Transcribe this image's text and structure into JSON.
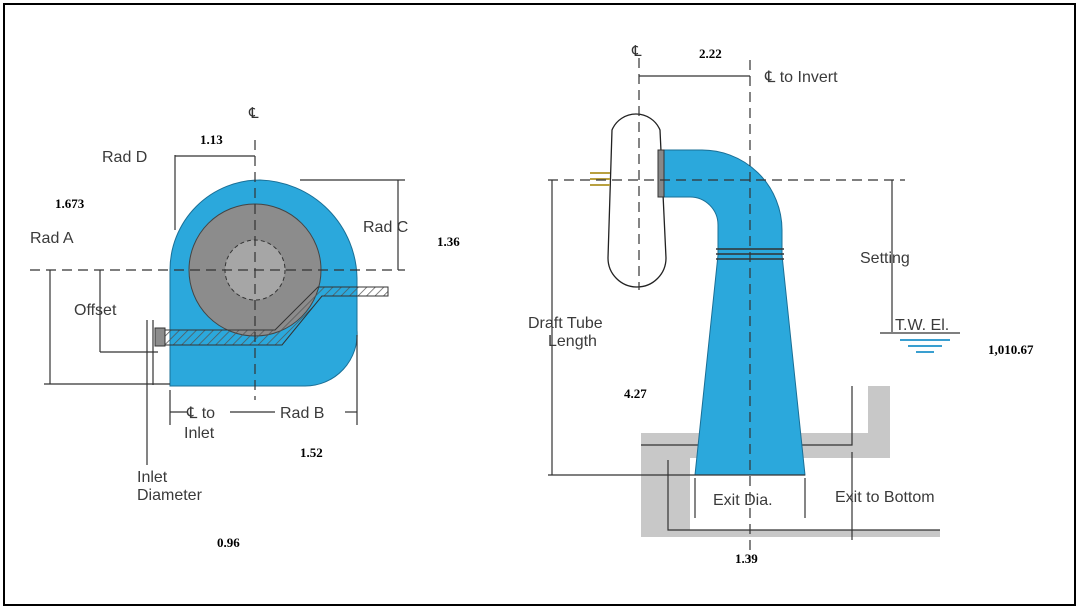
{
  "left_view": {
    "centerline_symbol": "℄",
    "labels": {
      "rad_d": "Rad D",
      "rad_a": "Rad A",
      "rad_c": "Rad C",
      "offset": "Offset",
      "cl_to": "℄ to",
      "inlet": "Inlet",
      "rad_b": "Rad B",
      "inlet_diameter_1": "Inlet",
      "inlet_diameter_2": "Diameter"
    },
    "values": {
      "rad_d": "1.13",
      "rad_a": "1.673",
      "rad_c": "1.36",
      "rad_b": "1.52",
      "inlet_diameter": "0.96"
    }
  },
  "right_view": {
    "centerline_symbol": "℄",
    "labels": {
      "cl_to_invert": "℄ to Invert",
      "setting": "Setting",
      "tw_el": "T.W. El.",
      "draft_tube_1": "Draft Tube",
      "draft_tube_2": "Length",
      "exit_dia": "Exit Dia.",
      "exit_to_bottom": "Exit to Bottom"
    },
    "values": {
      "cl_to_invert": "2.22",
      "tw_el": "1,010.67",
      "draft_tube_length": "4.27",
      "exit_dia": "1.39"
    }
  },
  "colors": {
    "casing": "#2ba8dc",
    "runner": "#8c8c8c",
    "runner_inner": "#a6a6a6",
    "tailrace": "#c8c8c8",
    "water": "#3a9fd0"
  }
}
